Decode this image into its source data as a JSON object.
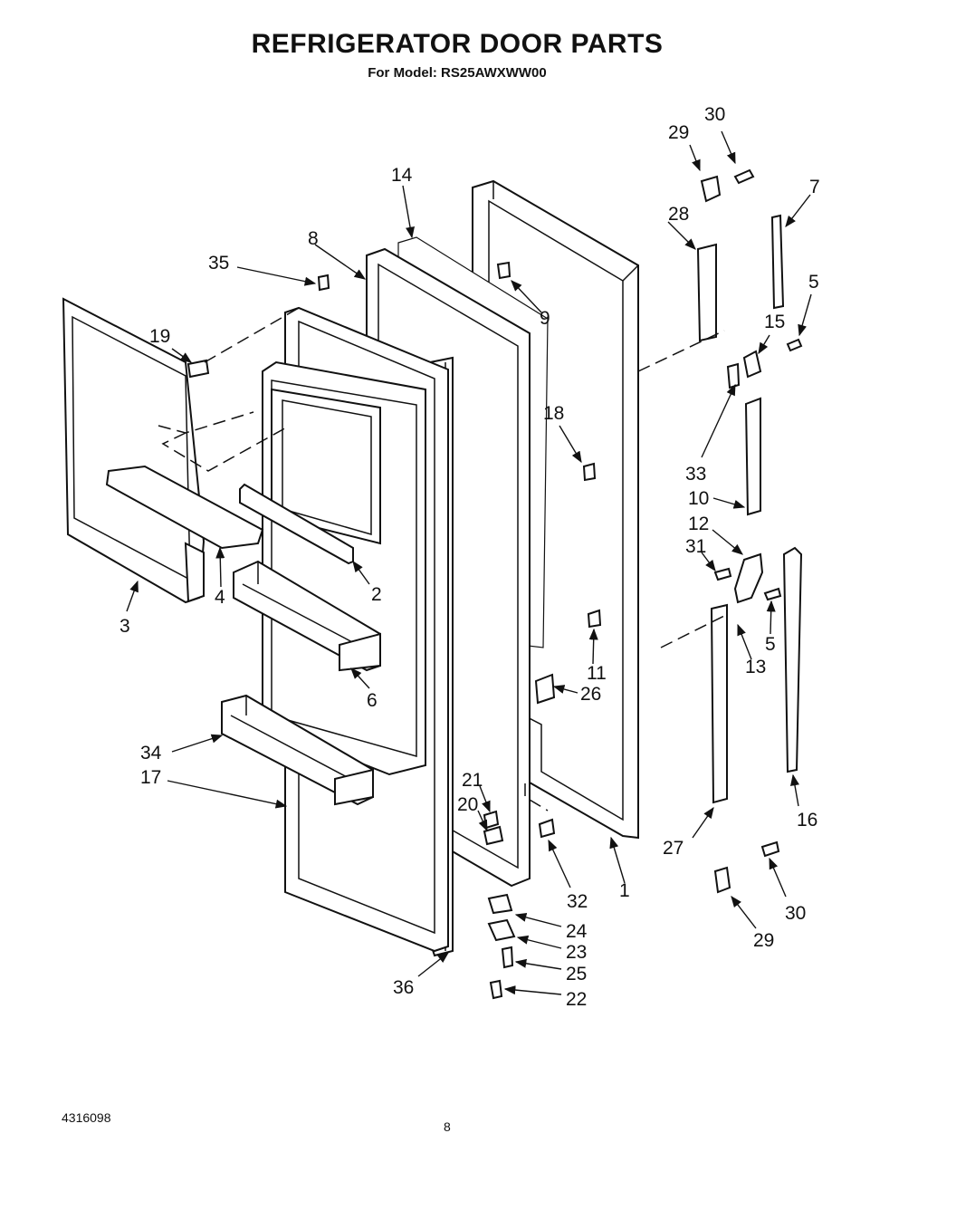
{
  "header": {
    "title": "REFRIGERATOR DOOR PARTS",
    "subtitle": "For Model: RS25AWXWW00"
  },
  "footer": {
    "document_number": "4316098",
    "page_number": "8"
  },
  "callouts": [
    {
      "id": "c30a",
      "label": "30"
    },
    {
      "id": "c29a",
      "label": "29"
    },
    {
      "id": "c14",
      "label": "14"
    },
    {
      "id": "c7",
      "label": "7"
    },
    {
      "id": "c28",
      "label": "28"
    },
    {
      "id": "c8",
      "label": "8"
    },
    {
      "id": "c35",
      "label": "35"
    },
    {
      "id": "c9",
      "label": "9"
    },
    {
      "id": "c5a",
      "label": "5"
    },
    {
      "id": "c19",
      "label": "19"
    },
    {
      "id": "c15",
      "label": "15"
    },
    {
      "id": "c18",
      "label": "18"
    },
    {
      "id": "c33",
      "label": "33"
    },
    {
      "id": "c10",
      "label": "10"
    },
    {
      "id": "c12",
      "label": "12"
    },
    {
      "id": "c31",
      "label": "31"
    },
    {
      "id": "c4",
      "label": "4"
    },
    {
      "id": "c2",
      "label": "2"
    },
    {
      "id": "c3",
      "label": "3"
    },
    {
      "id": "c5b",
      "label": "5"
    },
    {
      "id": "c13",
      "label": "13"
    },
    {
      "id": "c11",
      "label": "11"
    },
    {
      "id": "c6",
      "label": "6"
    },
    {
      "id": "c26",
      "label": "26"
    },
    {
      "id": "c34",
      "label": "34"
    },
    {
      "id": "c17",
      "label": "17"
    },
    {
      "id": "c21",
      "label": "21"
    },
    {
      "id": "c20",
      "label": "20"
    },
    {
      "id": "c16",
      "label": "16"
    },
    {
      "id": "c27",
      "label": "27"
    },
    {
      "id": "c32",
      "label": "32"
    },
    {
      "id": "c1",
      "label": "1"
    },
    {
      "id": "c30b",
      "label": "30"
    },
    {
      "id": "c24",
      "label": "24"
    },
    {
      "id": "c29b",
      "label": "29"
    },
    {
      "id": "c23",
      "label": "23"
    },
    {
      "id": "c25",
      "label": "25"
    },
    {
      "id": "c36",
      "label": "36"
    },
    {
      "id": "c22",
      "label": "22"
    }
  ]
}
